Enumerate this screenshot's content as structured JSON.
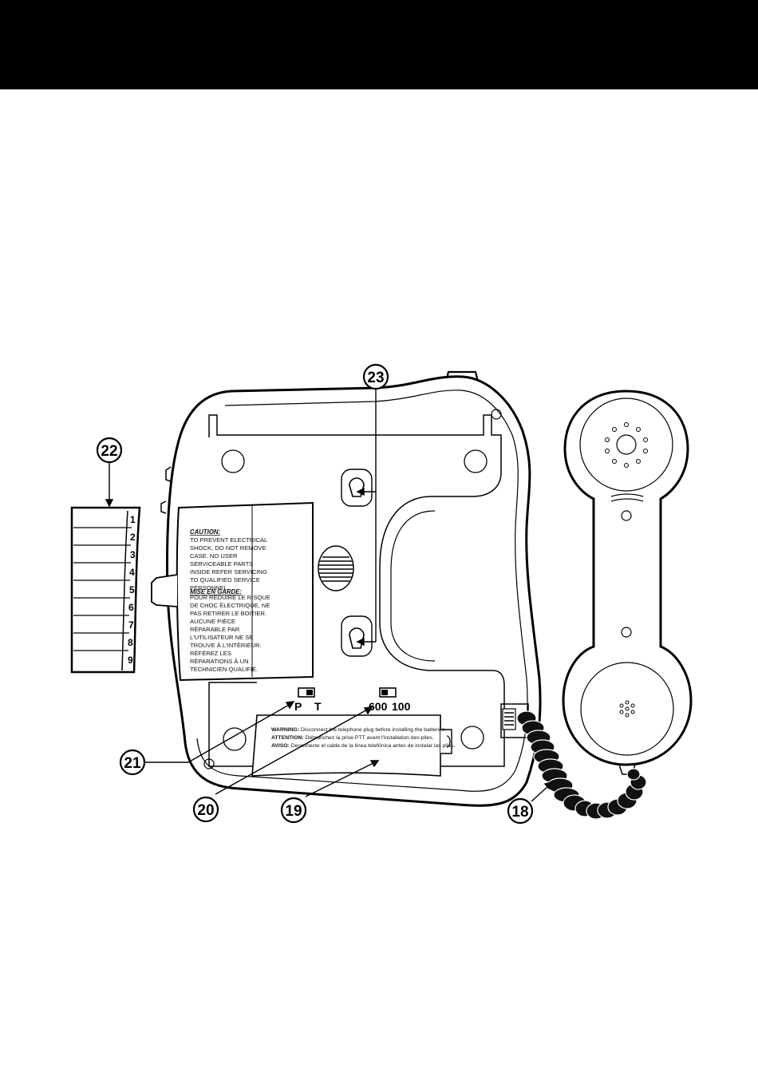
{
  "caution": {
    "heading": "CAUTION:",
    "lines": [
      "TO PREVENT ELECTRICAL",
      "SHOCK, DO NOT REMOVE",
      "CASE. NO USER",
      "SERVICEABLE  PARTS",
      "INSIDE REFER SERVICING",
      "TO QUALIFIED SERVICE",
      "PERSONNEL."
    ]
  },
  "mise_en_garde": {
    "heading": "MISE EN GARDE:",
    "lines": [
      "POUR RÉDUIRE LE RISQUE",
      "DE CHOC ÉLECTRIQUE, NE",
      "PAS RETIRER LE BOITIER.",
      "AUCUNE PIÈCE",
      "RÉPARABLE PAR",
      "L'UTILISATEUR NE SE",
      "TROUVE À L'INTÉRIEUR.",
      "RÉFÉREZ LES",
      "RÉPARATIONS À UN",
      "TECHNICIEN QUALIFIÉ."
    ]
  },
  "battery_warning": [
    {
      "label": "WARNING:",
      "text": " Disconnect the telephone plug before installing the batteries."
    },
    {
      "label": "ATTENTION:",
      "text": " Débranchez la prise PTT avant l'installation des piles."
    },
    {
      "label": "AVISO:",
      "text": " Desconecte el cable de la línea telefónica antes de instalar las pilas."
    }
  ],
  "switch_dial": {
    "left": "P",
    "right": "T"
  },
  "switch_flash": {
    "left": "600",
    "right": "100"
  },
  "memory_tab_numbers": [
    "1",
    "2",
    "3",
    "4",
    "5",
    "6",
    "7",
    "8",
    "9"
  ],
  "callouts": [
    "23",
    "22",
    "21",
    "20",
    "19",
    "18"
  ]
}
